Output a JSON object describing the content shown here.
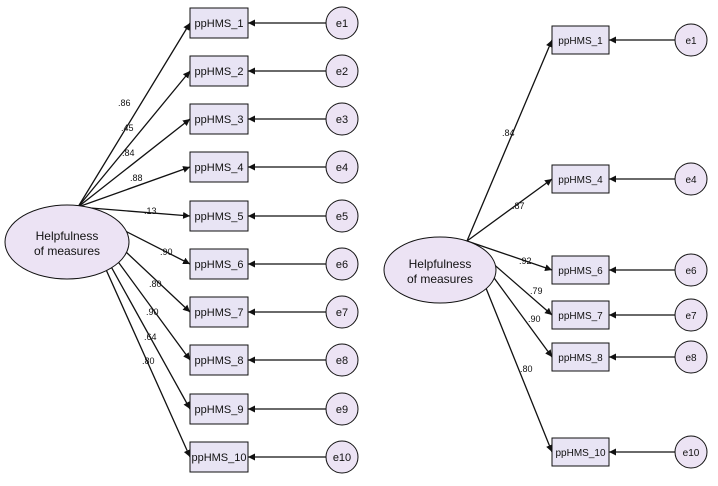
{
  "colors": {
    "latent_fill": "#ece3f4",
    "indicator_fill": "#e8e4f4",
    "error_fill": "#ece3f4",
    "stroke": "#111111"
  },
  "left_model": {
    "latent": {
      "line1": "Helpfulness",
      "line2": "of measures"
    },
    "indicators": [
      {
        "label": "ppHMS_1",
        "loading": ".86",
        "error": "e1"
      },
      {
        "label": "ppHMS_2",
        "loading": ".45",
        "error": "e2"
      },
      {
        "label": "ppHMS_3",
        "loading": ".84",
        "error": "e3"
      },
      {
        "label": "ppHMS_4",
        "loading": ".88",
        "error": "e4"
      },
      {
        "label": "ppHMS_5",
        "loading": ".13",
        "error": "e5"
      },
      {
        "label": "ppHMS_6",
        "loading": ".90",
        "error": "e6"
      },
      {
        "label": "ppHMS_7",
        "loading": ".80",
        "error": "e7"
      },
      {
        "label": "ppHMS_8",
        "loading": ".90",
        "error": "e8"
      },
      {
        "label": "ppHMS_9",
        "loading": ".64",
        "error": "e9"
      },
      {
        "label": "ppHMS_10",
        "loading": ".80",
        "error": "e10"
      }
    ]
  },
  "right_model": {
    "latent": {
      "line1": "Helpfulness",
      "line2": "of measures"
    },
    "indicators": [
      {
        "label": "ppHMS_1",
        "loading": ".84",
        "error": "e1"
      },
      {
        "label": "ppHMS_4",
        "loading": ".87",
        "error": "e4"
      },
      {
        "label": "ppHMS_6",
        "loading": ".92",
        "error": "e6"
      },
      {
        "label": "ppHMS_7",
        "loading": ".79",
        "error": "e7"
      },
      {
        "label": "ppHMS_8",
        "loading": ".90",
        "error": "e8"
      },
      {
        "label": "ppHMS_10",
        "loading": ".80",
        "error": "e10"
      }
    ]
  }
}
